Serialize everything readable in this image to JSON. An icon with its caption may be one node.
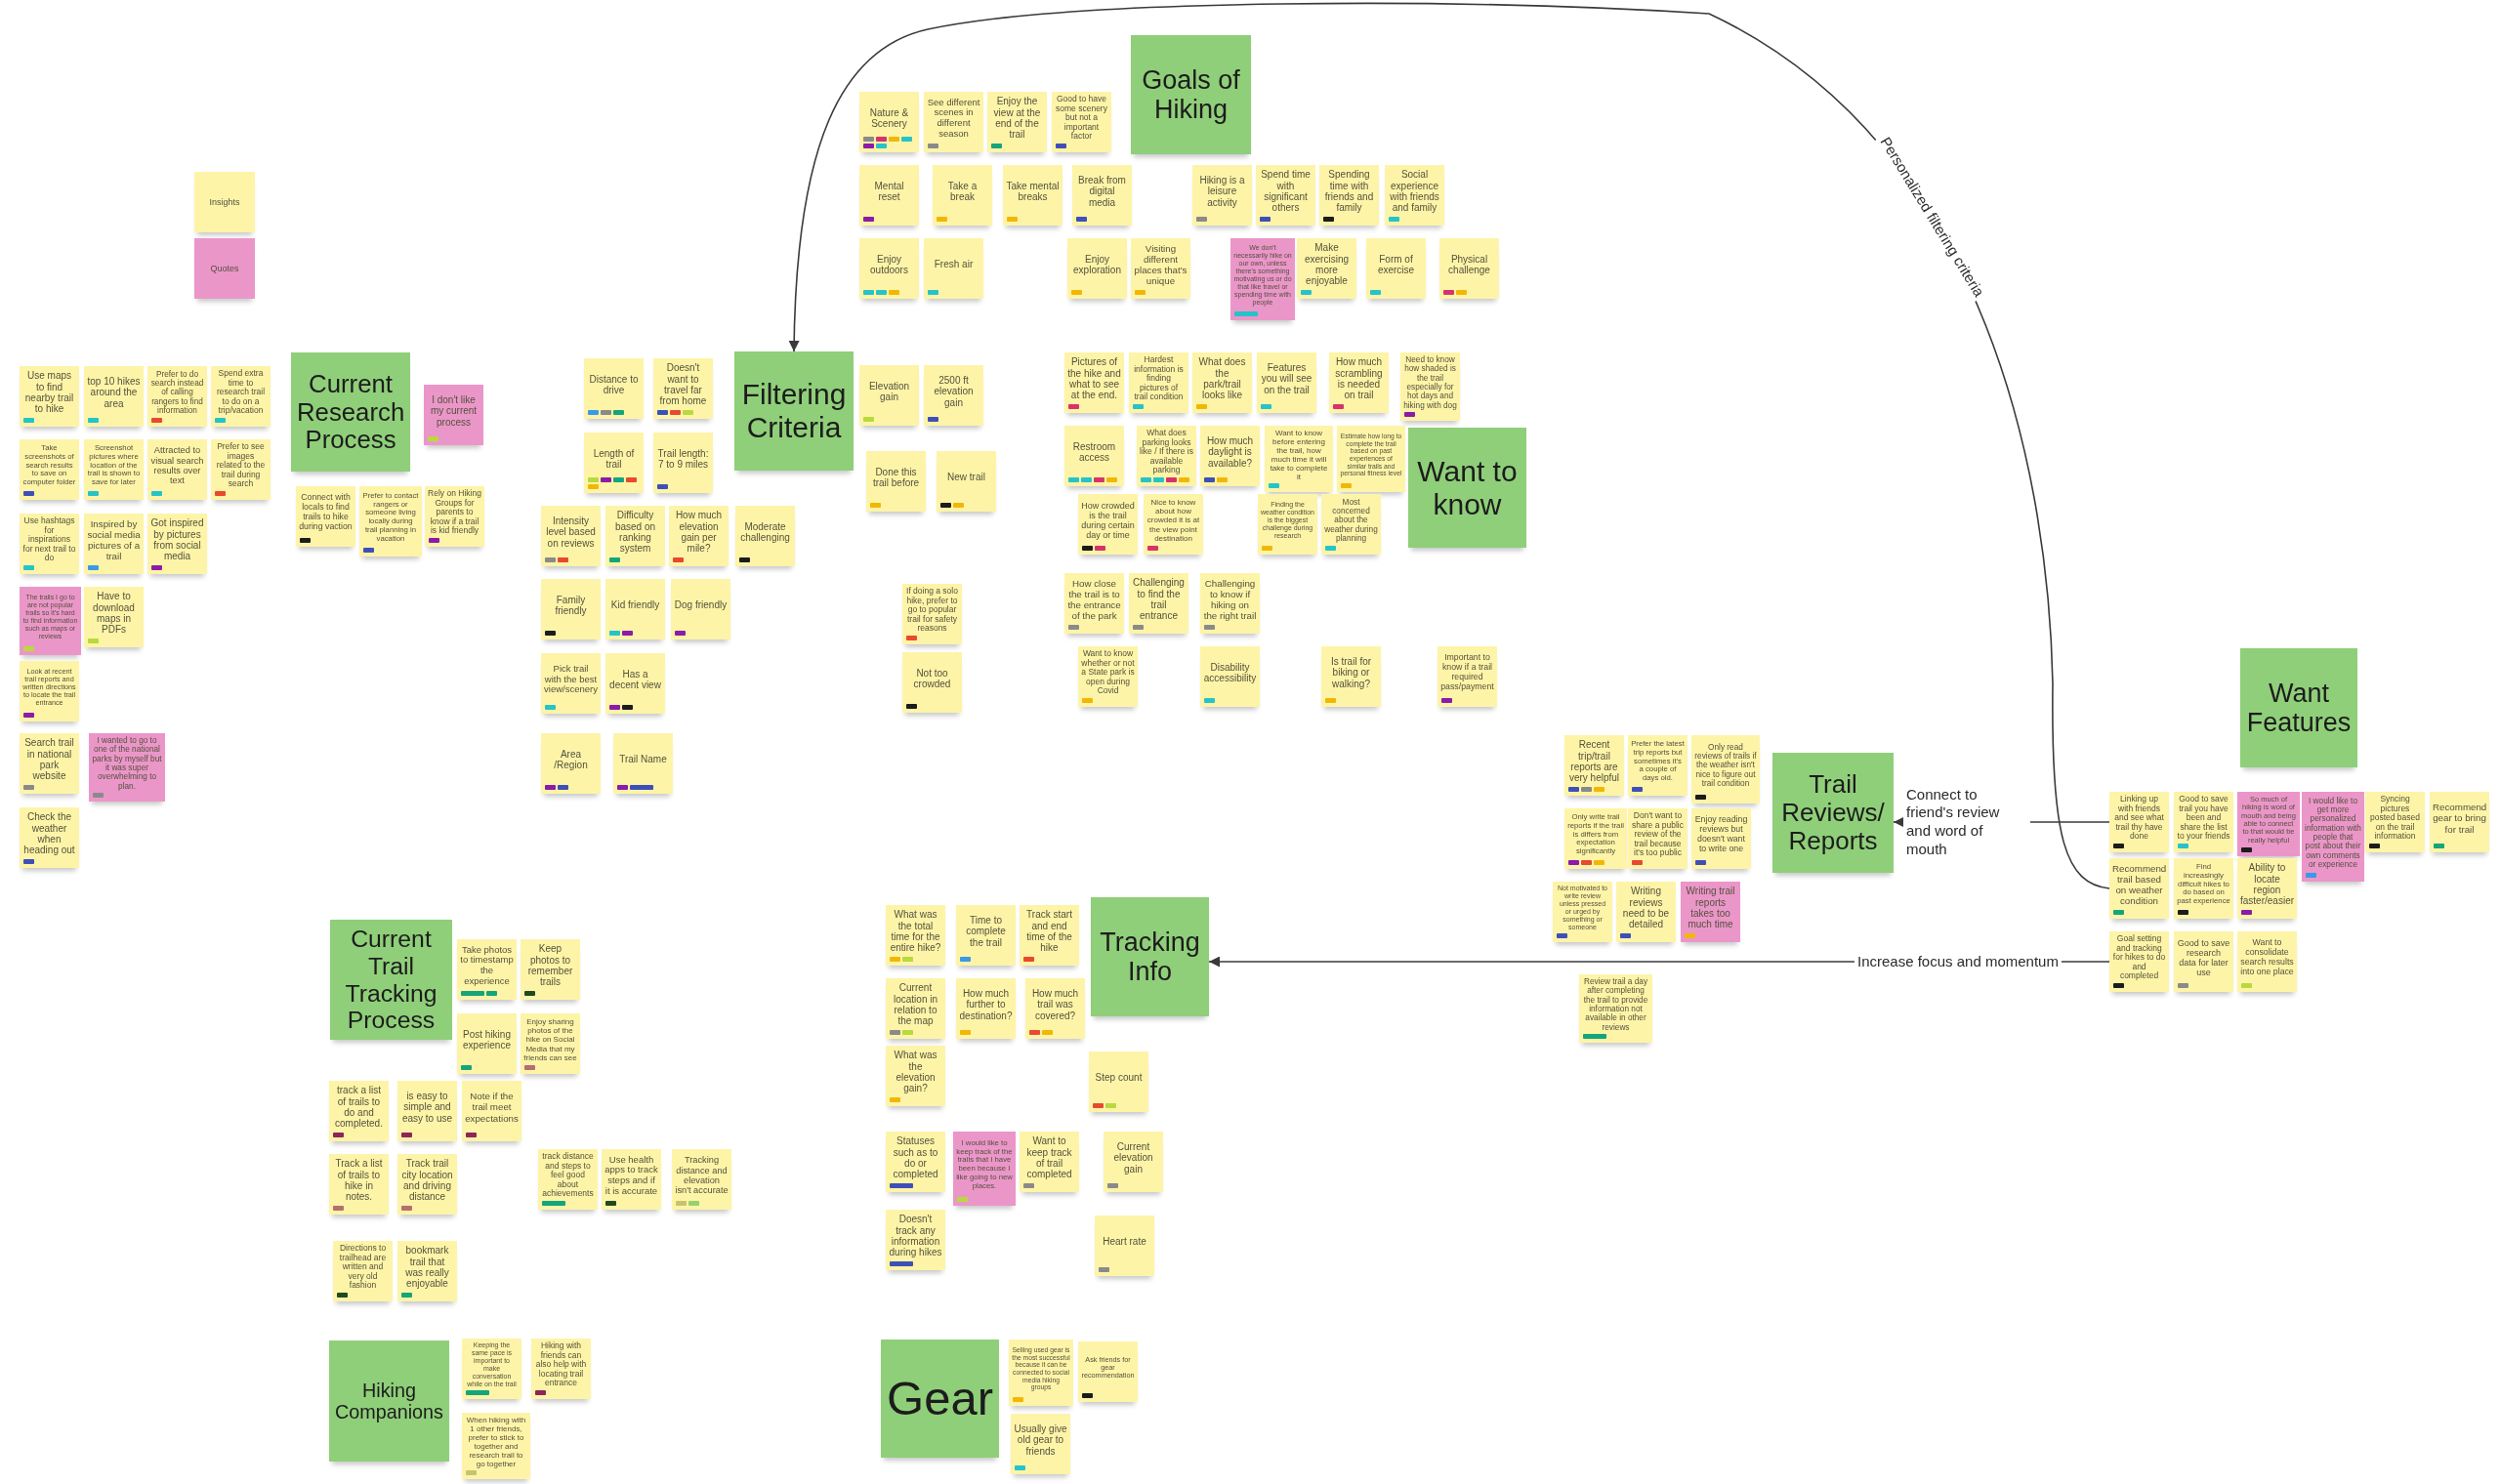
{
  "diagram": {
    "nodes": [
      {
        "text": [
          "Current Research Process"
        ]
      },
      {
        "text": [
          "I don't like my current process"
        ]
      },
      {
        "text": [
          "Use maps to find nearby trail to hike"
        ]
      },
      {
        "text": [
          "top 10 hikes around the area"
        ]
      },
      {
        "text": [
          "Prefer to do search instead of calling rangers to find information"
        ]
      },
      {
        "text": [
          "Spend extra time to research trail to do on a trip/vacation"
        ]
      },
      {
        "text": [
          "Take screenshots of search results to save on computer folder"
        ]
      },
      {
        "text": [
          "Screenshot pictures where location of the trail is shown to save for later"
        ]
      },
      {
        "text": [
          "Attracted to visual search results over text"
        ]
      },
      {
        "text": [
          "Prefer to see images related to the trail during search"
        ]
      },
      {
        "text": [
          "Use hashtags for inspirations for next trail to do"
        ]
      },
      {
        "text": [
          "Inspired by social media pictures of a trail"
        ]
      },
      {
        "text": [
          "Got inspired by pictures from social media"
        ]
      },
      {
        "text": [
          "The trails I go to are not popular trails so it's hard to find information such as maps or reviews"
        ]
      },
      {
        "text": [
          "Have to download maps in PDFs"
        ]
      },
      {
        "text": [
          "Look at recent trail reports and written directions to locate the trail entrance"
        ]
      },
      {
        "text": [
          "Search trail in national park website"
        ]
      },
      {
        "text": [
          "I wanted to go to one of the national parks by myself but it was super overwhelming to plan."
        ]
      },
      {
        "text": [
          "Check the weather when heading out"
        ]
      },
      {
        "text": [
          "Connect with locals to find trails to hike during vaction"
        ]
      },
      {
        "text": [
          "Prefer to contact rangers or someone living locally during trail planning in vacation"
        ]
      },
      {
        "text": [
          "Rely on Hiking Groups for parents to know if a trail is kid friendly"
        ]
      },
      {
        "text": [
          "Filtering Criteria"
        ]
      },
      {
        "text": [
          "Distance to drive"
        ]
      },
      {
        "text": [
          "Doesn't want to travel far from home"
        ]
      },
      {
        "text": [
          "Length of trail"
        ]
      },
      {
        "text": [
          "Trail length: 7 to 9 miles"
        ]
      },
      {
        "text": [
          "Elevation gain"
        ]
      },
      {
        "text": [
          "2500 ft elevation gain"
        ]
      },
      {
        "text": [
          "Done this trail before"
        ]
      },
      {
        "text": [
          "New trail"
        ]
      },
      {
        "text": [
          "Intensity level based on reviews"
        ]
      },
      {
        "text": [
          "Difficulty based on ranking system"
        ]
      },
      {
        "text": [
          "How much elevation gain per mile?"
        ]
      },
      {
        "text": [
          "Moderate challenging"
        ]
      },
      {
        "text": [
          "Family friendly"
        ]
      },
      {
        "text": [
          "Kid friendly"
        ]
      },
      {
        "text": [
          "Dog friendly"
        ]
      },
      {
        "text": [
          "If doing a solo hike, prefer to go to popular trail for safety reasons"
        ]
      },
      {
        "text": [
          "Pick trail with the best view/scenery"
        ]
      },
      {
        "text": [
          "Has a decent view"
        ]
      },
      {
        "text": [
          "Not too crowded"
        ]
      },
      {
        "text": [
          "Area /Region"
        ]
      },
      {
        "text": [
          "Trail Name"
        ]
      },
      {
        "text": [
          "Goals of Hiking"
        ]
      },
      {
        "text": [
          "Nature & Scenery"
        ]
      },
      {
        "text": [
          "See different scenes in different season"
        ]
      },
      {
        "text": [
          "Enjoy the view at the end of the trail"
        ]
      },
      {
        "text": [
          "Good to have some scenery but not a important factor"
        ]
      },
      {
        "text": [
          "Mental reset"
        ]
      },
      {
        "text": [
          "Take a break"
        ]
      },
      {
        "text": [
          "Take mental breaks"
        ]
      },
      {
        "text": [
          "Break from digital media"
        ]
      },
      {
        "text": [
          "Hiking is a leisure activity"
        ]
      },
      {
        "text": [
          "Spend time with significant others"
        ]
      },
      {
        "text": [
          "Spending time with friends and family"
        ]
      },
      {
        "text": [
          "Social experience with friends and family"
        ]
      },
      {
        "text": [
          "Enjoy outdoors"
        ]
      },
      {
        "text": [
          "Fresh air"
        ]
      },
      {
        "text": [
          "Enjoy exploration"
        ]
      },
      {
        "text": [
          "Visiting different places that's unique"
        ]
      },
      {
        "text": [
          "We don't necessarily hike on our own, unless there's something motivating us or do that like travel or spending time with people"
        ]
      },
      {
        "text": [
          "Make exercising more enjoyable"
        ]
      },
      {
        "text": [
          "Form of exercise"
        ]
      },
      {
        "text": [
          "Physical challenge"
        ]
      },
      {
        "text": [
          "Want to know"
        ]
      },
      {
        "text": [
          "Pictures of the hike and what to see at the end."
        ]
      },
      {
        "text": [
          "Hardest information is finding pictures of trail condition"
        ]
      },
      {
        "text": [
          "What does the park/trail looks like"
        ]
      },
      {
        "text": [
          "Features you will see on the trail"
        ]
      },
      {
        "text": [
          "How much scrambling is needed on trail"
        ]
      },
      {
        "text": [
          "Need to know how shaded is the trail especially for hot days and hiking with dog"
        ]
      },
      {
        "text": [
          "Restroom access"
        ]
      },
      {
        "text": [
          "What does parking looks like / If there is available parking"
        ]
      },
      {
        "text": [
          "How much daylight is available?"
        ]
      },
      {
        "text": [
          "Want to know before entering the trail, how much time it will take to complete it"
        ]
      },
      {
        "text": [
          "Estimate how long to complete the trail based on past experiences of similar trails and personal fitness level"
        ]
      },
      {
        "text": [
          "How crowded is the trail during certain day or time"
        ]
      },
      {
        "text": [
          "Nice to know about how crowded it is at the view point destination"
        ]
      },
      {
        "text": [
          "Finding the weather condition is the biggest challenge during research"
        ]
      },
      {
        "text": [
          "Most concerned about the weather during planning"
        ]
      },
      {
        "text": [
          "How close the trail is to the entrance of the park"
        ]
      },
      {
        "text": [
          "Challenging to find the trail entrance"
        ]
      },
      {
        "text": [
          "Challenging to know if hiking on the right trail"
        ]
      },
      {
        "text": [
          "Want to know whether or not a State park is open during Covid"
        ]
      },
      {
        "text": [
          "Disability accessibility"
        ]
      },
      {
        "text": [
          "Is trail for biking or walking?"
        ]
      },
      {
        "text": [
          "Important to know if a trail required pass/payment"
        ]
      },
      {
        "text": [
          "Trail Reviews/ Reports"
        ]
      },
      {
        "text": [
          "Recent trip/trail reports are very helpful"
        ]
      },
      {
        "text": [
          "Prefer the latest trip reports but sometimes it's a couple of days old."
        ]
      },
      {
        "text": [
          "Only read reviews of trails if the weather isn't nice to figure out trail condition"
        ]
      },
      {
        "text": [
          "Only write trail reports if the trail is differs from expectation significantly"
        ]
      },
      {
        "text": [
          "Don't want to share a public review of the trail because it's too public"
        ]
      },
      {
        "text": [
          "Enjoy reading reviews but doesn't want to write one"
        ]
      },
      {
        "text": [
          "Not motivated to write review unless pressed or urged by something or someone"
        ]
      },
      {
        "text": [
          "Writing reviews need to be detailed"
        ]
      },
      {
        "text": [
          "Writing trail reports takes too much time"
        ]
      },
      {
        "text": [
          "Review trail a day after completing the trail to provide information not available in other reviews"
        ]
      },
      {
        "text": [
          "Want Features"
        ]
      },
      {
        "text": [
          "Linking up with friends and see what trail thy have done"
        ]
      },
      {
        "text": [
          "Good to save trail you have been and share the list to your friends"
        ]
      },
      {
        "text": [
          "So much of hiking is word of mouth and being able to connect to that would be really helpful"
        ]
      },
      {
        "text": [
          "I would like to get more personalized information with people that post about their own comments or experience"
        ]
      },
      {
        "text": [
          "Syncing pictures posted based on the trail information"
        ]
      },
      {
        "text": [
          "Recommend gear to bring for trail"
        ]
      },
      {
        "text": [
          "Recommend trail based on weather condition"
        ]
      },
      {
        "text": [
          "Find increasingly difficult hikes to do based on past experience"
        ]
      },
      {
        "text": [
          "Ability to locate region faster/easier"
        ]
      },
      {
        "text": [
          "Goal setting and tracking for hikes to do and completed"
        ]
      },
      {
        "text": [
          "Good to save research data for later use"
        ]
      },
      {
        "text": [
          "Want to consolidate search results into one place"
        ]
      },
      {
        "text": [
          "Current Trail Tracking Process"
        ]
      },
      {
        "text": [
          "Take photos to timestamp the experience"
        ]
      },
      {
        "text": [
          "Keep photos to remember trails"
        ]
      },
      {
        "text": [
          "Post hiking experience"
        ]
      },
      {
        "text": [
          "Enjoy sharing photos of the hike on Social Media that my friends can see"
        ]
      },
      {
        "text": [
          "track a list of trails to do and completed."
        ]
      },
      {
        "text": [
          "is easy to simple and easy to use"
        ]
      },
      {
        "text": [
          "Note if the trail meet expectations"
        ]
      },
      {
        "text": [
          "Track a list of trails to hike in notes."
        ]
      },
      {
        "text": [
          "Track trail city location and driving distance"
        ]
      },
      {
        "text": [
          "track distance and steps to feel good about achievements"
        ]
      },
      {
        "text": [
          "Use health apps to track steps and if it is accurate"
        ]
      },
      {
        "text": [
          "Tracking distance and elevation isn't accurate"
        ]
      },
      {
        "text": [
          "Directions to trailhead are written and very old fashion"
        ]
      },
      {
        "text": [
          "bookmark trail that was really enjoyable"
        ]
      },
      {
        "text": [
          "Hiking Companions"
        ]
      },
      {
        "text": [
          "Keeping the same pace is important to make conversation while on the trail"
        ]
      },
      {
        "text": [
          "Hiking with friends can also help with locating trail entrance"
        ]
      },
      {
        "text": [
          "When hiking with 1 other friends, prefer to stick to together and research trail to go together"
        ]
      },
      {
        "text": [
          "Tracking Info"
        ]
      },
      {
        "text": [
          "What was the total time for the entire hike?"
        ]
      },
      {
        "text": [
          "Time to complete the trail"
        ]
      },
      {
        "text": [
          "Track start and end time of the hike"
        ]
      },
      {
        "text": [
          "Current location in relation to the map"
        ]
      },
      {
        "text": [
          "How much further to destination?"
        ]
      },
      {
        "text": [
          "How much trail was covered?"
        ]
      },
      {
        "text": [
          "What was the elevation gain?"
        ]
      },
      {
        "text": [
          "Step count"
        ]
      },
      {
        "text": [
          "Statuses such as to do or completed"
        ]
      },
      {
        "text": [
          "I would like to keep track of the trails that I have been because I like going to new places."
        ]
      },
      {
        "text": [
          "Want to keep track of trail completed"
        ]
      },
      {
        "text": [
          "Current elevation gain"
        ]
      },
      {
        "text": [
          "Doesn't track any information during hikes"
        ]
      },
      {
        "text": [
          "Heart rate"
        ]
      },
      {
        "text": [
          "Gear"
        ]
      },
      {
        "text": [
          "Selling used gear is the most successful because it can be connected to social media hiking groups"
        ]
      },
      {
        "text": [
          "Ask friends for gear recommendation"
        ]
      },
      {
        "text": [
          "Usually give old gear to friends"
        ]
      }
    ],
    "edges": [
      {
        "from": 106,
        "to": 22,
        "arrow": "to",
        "label": "Personalized filtering criteria"
      },
      {
        "from": 100,
        "to": 88,
        "arrow": "to",
        "label": "Connect to friend's review and word of mouth"
      },
      {
        "from": 109,
        "to": 131,
        "arrow": "to",
        "label": "Increase focus and momentum"
      }
    ],
    "legend": [
      {
        "text": "Insights",
        "color": "#fdf4a8"
      },
      {
        "text": "Quotes",
        "color": "#eb96c9"
      }
    ]
  }
}
